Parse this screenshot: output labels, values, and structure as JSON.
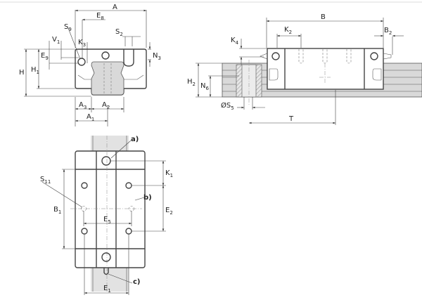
{
  "front_view": {
    "A": {
      "main": "A",
      "sub": ""
    },
    "E8": {
      "main": "E",
      "sub": "8"
    },
    "S9": {
      "main": "S",
      "sub": "9"
    },
    "V1": {
      "main": "V",
      "sub": "1"
    },
    "K3": {
      "main": "K",
      "sub": "3"
    },
    "S2": {
      "main": "S",
      "sub": "2"
    },
    "N3": {
      "main": "N",
      "sub": "3"
    },
    "E9": {
      "main": "E",
      "sub": "9"
    },
    "H1": {
      "main": "H",
      "sub": "1"
    },
    "H": {
      "main": "H",
      "sub": ""
    },
    "A3": {
      "main": "A",
      "sub": "3"
    },
    "A2": {
      "main": "A",
      "sub": "2"
    },
    "A1": {
      "main": "A",
      "sub": "1"
    }
  },
  "side_view": {
    "B": {
      "main": "B",
      "sub": ""
    },
    "K2": {
      "main": "K",
      "sub": "2"
    },
    "B2": {
      "main": "B",
      "sub": "2"
    },
    "K4": {
      "main": "K",
      "sub": "4"
    },
    "H2": {
      "main": "H",
      "sub": "2"
    },
    "N6": {
      "main": "N",
      "sub": "6"
    },
    "S5": {
      "main": "ØS",
      "sub": "5"
    },
    "T": {
      "main": "T",
      "sub": ""
    }
  },
  "plan_view": {
    "a": "a)",
    "b": "b)",
    "c": "c)",
    "K1": {
      "main": "K",
      "sub": "1"
    },
    "S11": {
      "main": "S",
      "sub": "11"
    },
    "B1": {
      "main": "B",
      "sub": "1"
    },
    "E2": {
      "main": "E",
      "sub": "2"
    },
    "E5": {
      "main": "E",
      "sub": "5"
    },
    "E1": {
      "main": "E",
      "sub": "1"
    }
  },
  "colors": {
    "line": "#444444",
    "rail_fill": "#d9d9d9",
    "background": "#ffffff"
  }
}
